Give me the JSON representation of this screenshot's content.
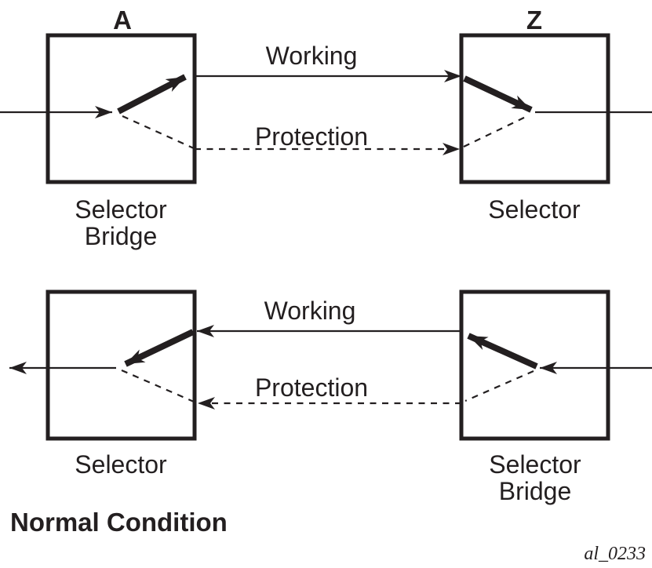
{
  "colors": {
    "ink": "#231F20",
    "background": "#FFFFFF"
  },
  "diagram": {
    "top": {
      "left_node": {
        "title": "A",
        "type_line1": "Selector",
        "type_line2": "Bridge"
      },
      "right_node": {
        "title": "Z",
        "type_line1": "Selector",
        "type_line2": ""
      },
      "working_label": "Working",
      "protection_label": "Protection"
    },
    "bottom": {
      "left_node": {
        "type_line1": "Selector",
        "type_line2": ""
      },
      "right_node": {
        "type_line1": "Selector",
        "type_line2": "Bridge"
      },
      "working_label": "Working",
      "protection_label": "Protection"
    },
    "caption": "Normal Condition",
    "figure_id": "al_0233"
  }
}
